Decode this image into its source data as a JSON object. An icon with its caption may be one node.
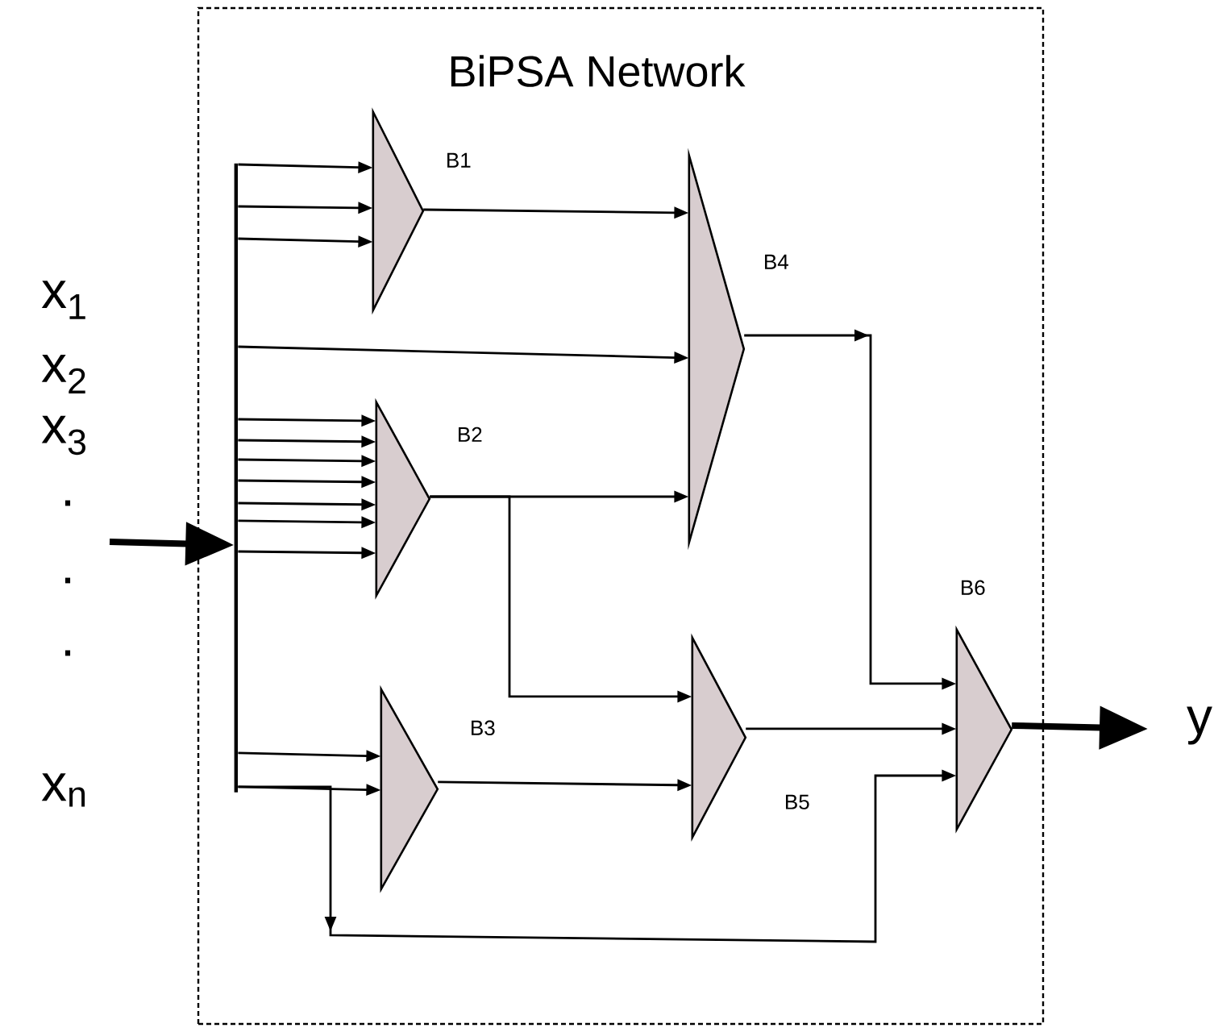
{
  "diagram": {
    "nodes": [
      {
        "text": [
          "BiPSA Network"
        ]
      },
      {
        "text": [],
        "shape": "bar",
        "in": 0
      },
      {
        "text": [
          "B1"
        ],
        "in": 0
      },
      {
        "text": [
          "B2"
        ],
        "in": 0
      },
      {
        "text": [
          "B3"
        ],
        "in": 0
      },
      {
        "text": [
          "B4"
        ],
        "in": 0
      },
      {
        "text": [
          "B5"
        ],
        "in": 0
      },
      {
        "text": [
          "B6"
        ],
        "in": 0
      }
    ],
    "edges": [
      {
        "from": null,
        "to": 1,
        "arrow": "to",
        "style": "thick"
      },
      {
        "from": 1,
        "to": 2,
        "arrow": "to"
      },
      {
        "from": 1,
        "to": 2,
        "arrow": "to"
      },
      {
        "from": 1,
        "to": 2,
        "arrow": "to"
      },
      {
        "from": 1,
        "to": 5,
        "arrow": "to"
      },
      {
        "from": 1,
        "to": 3,
        "arrow": "to"
      },
      {
        "from": 1,
        "to": 3,
        "arrow": "to"
      },
      {
        "from": 1,
        "to": 3,
        "arrow": "to"
      },
      {
        "from": 1,
        "to": 3,
        "arrow": "to"
      },
      {
        "from": 1,
        "to": 3,
        "arrow": "to"
      },
      {
        "from": 1,
        "to": 3,
        "arrow": "to"
      },
      {
        "from": 1,
        "to": 3,
        "arrow": "to"
      },
      {
        "from": 1,
        "to": 4,
        "arrow": "to"
      },
      {
        "from": 1,
        "to": 4,
        "arrow": "to"
      },
      {
        "from": 2,
        "to": 5,
        "arrow": "to"
      },
      {
        "from": 3,
        "to": 5,
        "arrow": "to"
      },
      {
        "from": 3,
        "to": 6,
        "arrow": "to"
      },
      {
        "from": 4,
        "to": 6,
        "arrow": "to"
      },
      {
        "from": 5,
        "to": 7,
        "arrow": "to"
      },
      {
        "from": 6,
        "to": 7,
        "arrow": "to"
      },
      {
        "from": 1,
        "to": 7,
        "arrow": "to"
      },
      {
        "from": 7,
        "to": null,
        "arrow": "to",
        "style": "thick"
      }
    ],
    "labels": [
      "x$_{1}$",
      "x$_{2}$",
      "x$_{3}$",
      ".",
      ".",
      ".",
      "x$_{n}$",
      "y"
    ]
  }
}
